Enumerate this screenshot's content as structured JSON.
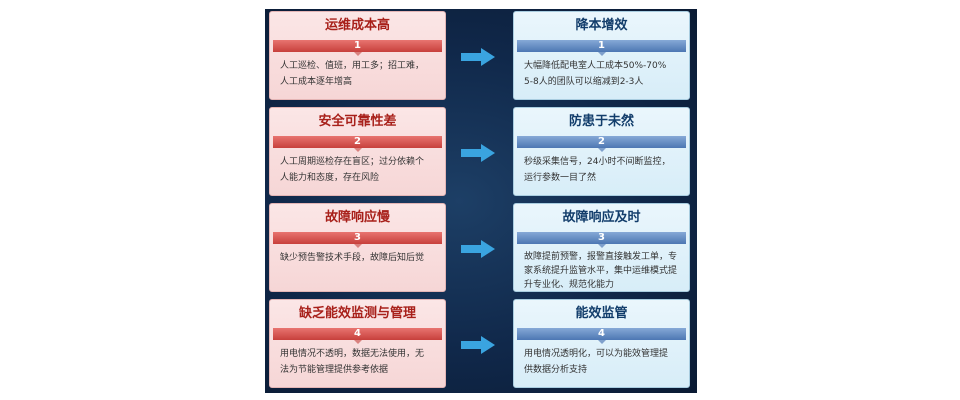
{
  "rows": [
    {
      "num": "1",
      "problem": {
        "title": "运维成本高",
        "body": [
          "人工巡检、值班，用工多；招工难，",
          "人工成本逐年增高"
        ]
      },
      "solution": {
        "title": "降本增效",
        "body": [
          "大幅降低配电室人工成本50%-70%",
          "5-8人的团队可以缩减到2-3人"
        ]
      }
    },
    {
      "num": "2",
      "problem": {
        "title": "安全可靠性差",
        "body": [
          "人工周期巡检存在盲区；过分依赖个",
          "人能力和态度，存在风险"
        ]
      },
      "solution": {
        "title": "防患于未然",
        "body": [
          "秒级采集信号，24小时不间断监控，",
          "运行参数一目了然"
        ]
      }
    },
    {
      "num": "3",
      "problem": {
        "title": "故障响应慢",
        "body": [
          "缺少预告警技术手段，故障后知后觉"
        ]
      },
      "solution": {
        "title": "故障响应及时",
        "body": [
          "故障提前预警，报警直接触发工单，专",
          "家系统提升监管水平，集中运维模式提",
          "升专业化、规范化能力"
        ]
      }
    },
    {
      "num": "4",
      "problem": {
        "title": "缺乏能效监测与管理",
        "body": [
          "用电情况不透明，数据无法使用，无",
          "法为节能管理提供参考依据"
        ]
      },
      "solution": {
        "title": "能效监管",
        "body": [
          "用电情况透明化，可以为能效管理提",
          "供数据分析支持"
        ]
      }
    }
  ],
  "colors": {
    "problem_title": "#a8201a",
    "problem_bar": "#c7403c",
    "solution_title": "#123d6b",
    "solution_bar": "#4d77b3",
    "arrow": "#3aa4e0",
    "panel_bg": "#10284a"
  },
  "icons": {
    "row_connector": "right-arrow-icon"
  }
}
